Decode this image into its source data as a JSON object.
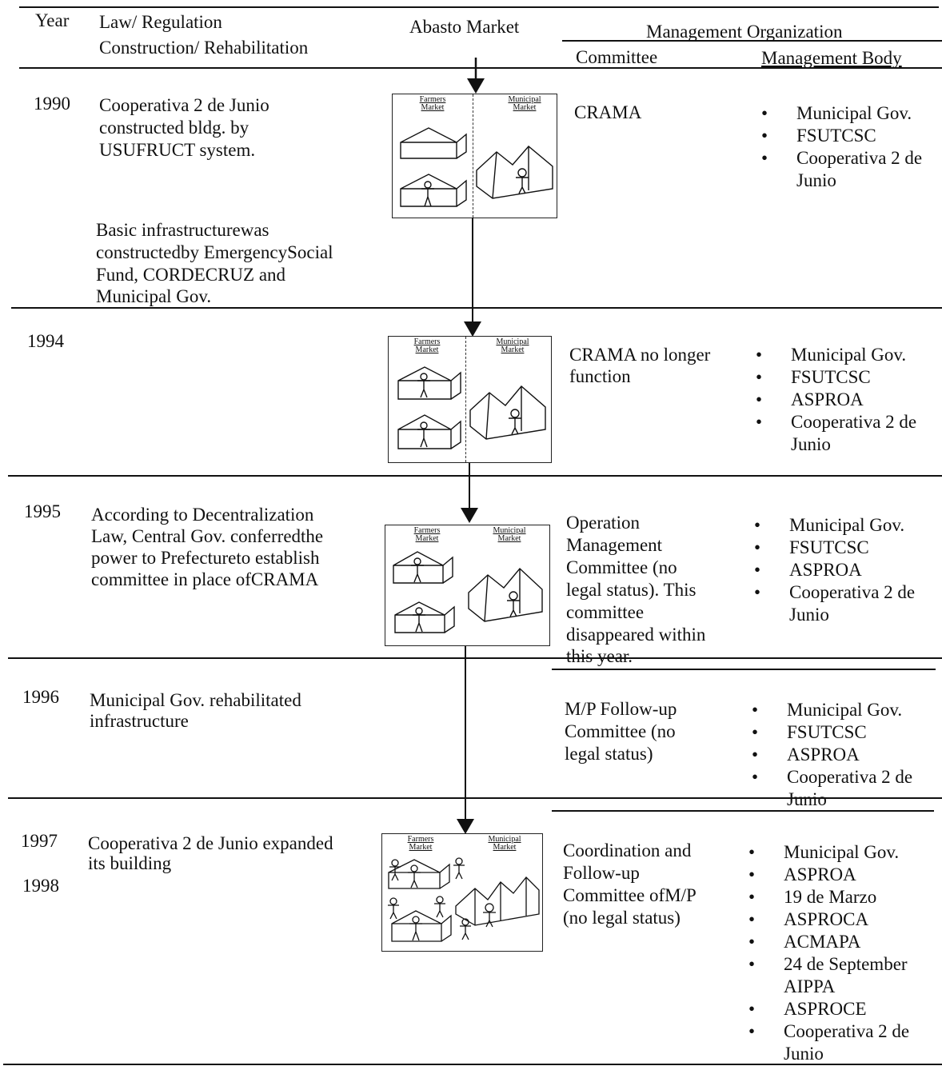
{
  "header": {
    "year": "Year",
    "law_line1": "Law/ Regulation",
    "law_line2": "Construction/ Rehabilitation",
    "abasto": "Abasto Market",
    "mgmt_org": "Management Organization",
    "committee": "Committee",
    "mgmt_body": "Management Body"
  },
  "market_labels": {
    "farmers": "Farmers Market",
    "municipal": "Municipal Market"
  },
  "rows": [
    {
      "year": "1990",
      "law": [
        "Cooperativa 2 de Junio",
        "constructed bldg. by",
        "USUFRUCT  system."
      ],
      "law2": [
        "Basic infrastructurewas",
        "constructedby EmergencySocial",
        "Fund, CORDECRUZ and",
        "Municipal Gov."
      ],
      "committee": [
        "CRAMA"
      ],
      "bodies": [
        "Municipal Gov.",
        "FSUTCSC",
        "Cooperativa 2 de Junio"
      ]
    },
    {
      "year": "1994",
      "committee": [
        "CRAMA no longer",
        "function"
      ],
      "bodies": [
        "Municipal Gov.",
        "FSUTCSC",
        "ASPROA",
        "Cooperativa 2 de Junio"
      ]
    },
    {
      "year": "1995",
      "law": [
        "According to Decentralization",
        "Law, Central Gov. conferredthe",
        "power to Prefectureto establish",
        "committee in place ofCRAMA"
      ],
      "committee": [
        "Operation",
        "Management",
        "Committee (no",
        "legal status). This",
        "committee",
        "disappeared within",
        "this  year."
      ],
      "bodies": [
        "Municipal Gov.",
        "FSUTCSC",
        "ASPROA",
        "Cooperativa 2 de Junio"
      ]
    },
    {
      "year": "1996",
      "law": [
        "Municipal Gov. rehabilitated",
        "infrastructure"
      ],
      "committee": [
        "M/P  Follow-up",
        "Committee (no",
        "legal status)"
      ],
      "bodies": [
        "Municipal Gov.",
        "FSUTCSC",
        "ASPROA",
        "Cooperativa 2 de Junio"
      ]
    },
    {
      "year": "1997",
      "year2": "1998",
      "law": [
        "Cooperativa 2 de Junio expanded",
        "its building"
      ],
      "committee": [
        "Coordination and",
        "Follow-up",
        "Committee ofM/P",
        "(no legal status)"
      ],
      "bodies": [
        "Municipal Gov.",
        "ASPROA",
        "19 de Marzo",
        "ASPROCA",
        "ACMAPA",
        "24 de September AIPPA",
        "ASPROCE",
        "Cooperativa 2 de Junio"
      ]
    }
  ]
}
